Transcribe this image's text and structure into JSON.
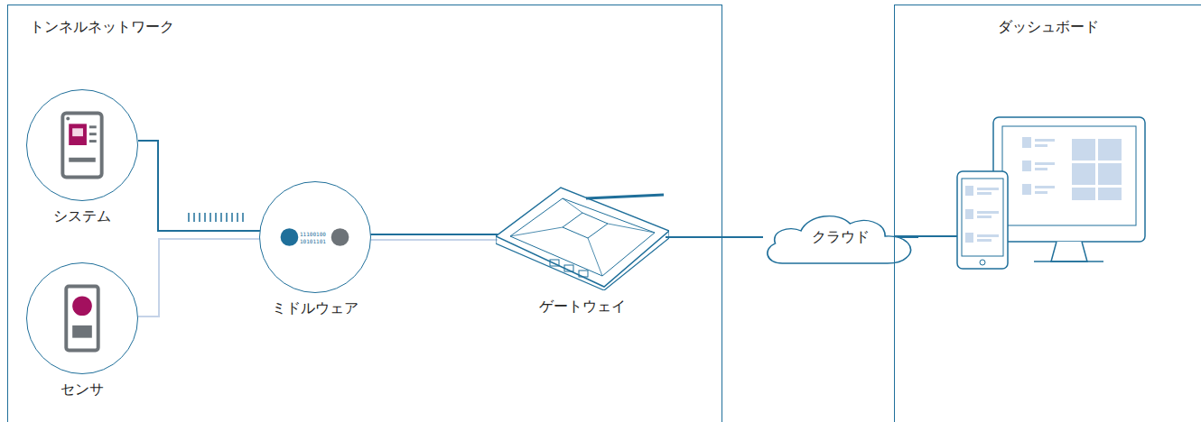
{
  "diagram": {
    "nodes": [
      {
        "text": [
          "トンネルネットワーク"
        ]
      },
      {
        "text": [
          "システム"
        ],
        "in": 0
      },
      {
        "text": [
          "センサ"
        ],
        "in": 0
      },
      {
        "text": [
          "ミドルウェア"
        ],
        "in": 0
      },
      {
        "text": [
          "ゲートウェイ"
        ],
        "in": 0
      },
      {
        "text": [
          "クラウド"
        ]
      },
      {
        "text": [
          "ダッシュボード"
        ]
      }
    ],
    "edges": [
      {
        "from": 1,
        "to": 3,
        "arrow": "none"
      },
      {
        "from": 2,
        "to": 3,
        "arrow": "none"
      },
      {
        "from": 3,
        "to": 4,
        "arrow": "none"
      },
      {
        "from": 4,
        "to": 5,
        "arrow": "none"
      },
      {
        "from": 5,
        "to": 6,
        "arrow": "none"
      }
    ],
    "labels": [
      "11100100",
      "10101101"
    ]
  }
}
